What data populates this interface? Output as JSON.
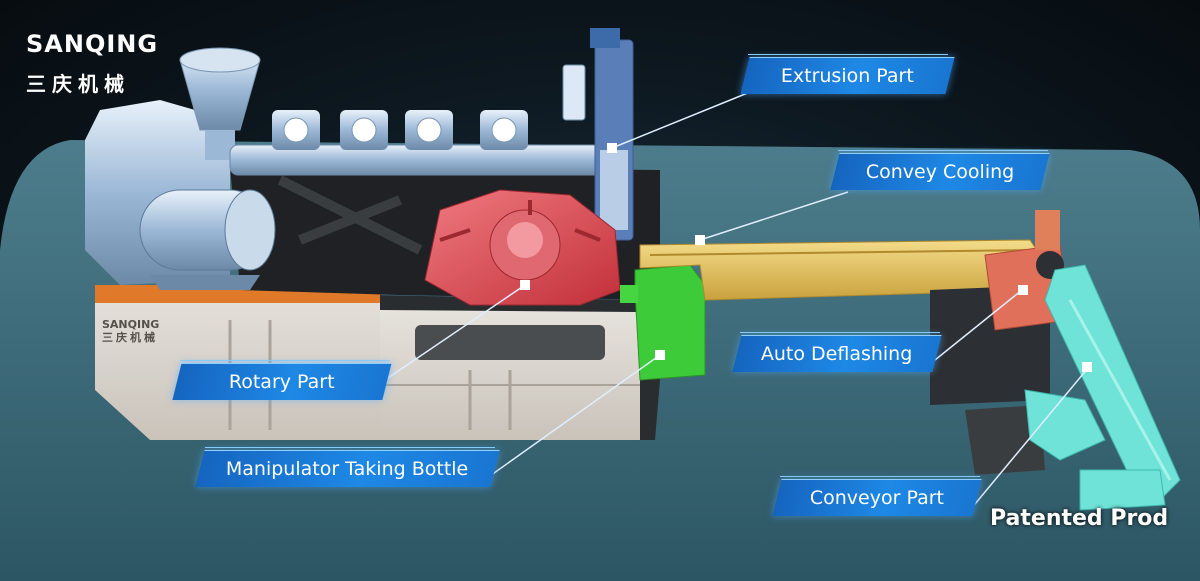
{
  "brand": {
    "name_en": "SANQING",
    "name_cn": "三庆机械"
  },
  "machine_panel_logo": {
    "name_en": "SANQING",
    "name_cn": "三庆机械"
  },
  "callouts": {
    "extrusion": "Extrusion Part",
    "convey_cooling": "Convey Cooling",
    "auto_deflashing": "Auto Deflashing",
    "rotary": "Rotary Part",
    "manipulator": "Manipulator Taking Bottle",
    "conveyor": "Conveyor Part"
  },
  "watermark": "Patented Prod",
  "colors": {
    "callout_blue": "#1e88e5",
    "rotary_red": "#e04850",
    "green_unit": "#3ecb3a",
    "conveyor_yellow": "#e6c45a",
    "conveyor_teal": "#6fe3d8"
  }
}
